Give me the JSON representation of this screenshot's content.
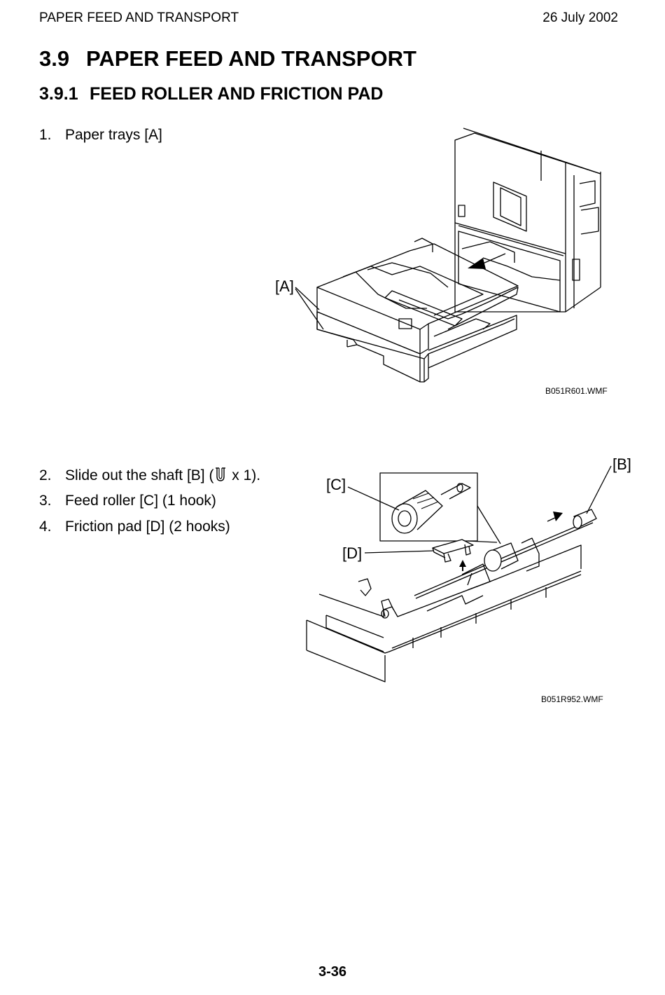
{
  "header": {
    "left": "PAPER FEED AND TRANSPORT",
    "right": "26 July 2002"
  },
  "section": {
    "number": "3.9",
    "title": "PAPER FEED AND TRANSPORT"
  },
  "subsection": {
    "number": "3.9.1",
    "title": "FEED ROLLER AND FRICTION PAD"
  },
  "steps": [
    {
      "n": "1.",
      "text": "Paper trays [A]"
    },
    {
      "n": "2.",
      "pre": "Slide out the shaft [B] (",
      "icon": "snap-ring-icon",
      "post": " x 1)."
    },
    {
      "n": "3.",
      "text": "Feed roller [C] (1 hook)"
    },
    {
      "n": "4.",
      "text": "Friction pad [D] (2 hooks)"
    }
  ],
  "figure1": {
    "callout_a": "[A]",
    "id": "B051R601.WMF"
  },
  "figure2": {
    "callout_b": "[B]",
    "callout_c": "[C]",
    "callout_d": "[D]",
    "id": "B051R952.WMF"
  },
  "footer": {
    "page": "3-36"
  }
}
